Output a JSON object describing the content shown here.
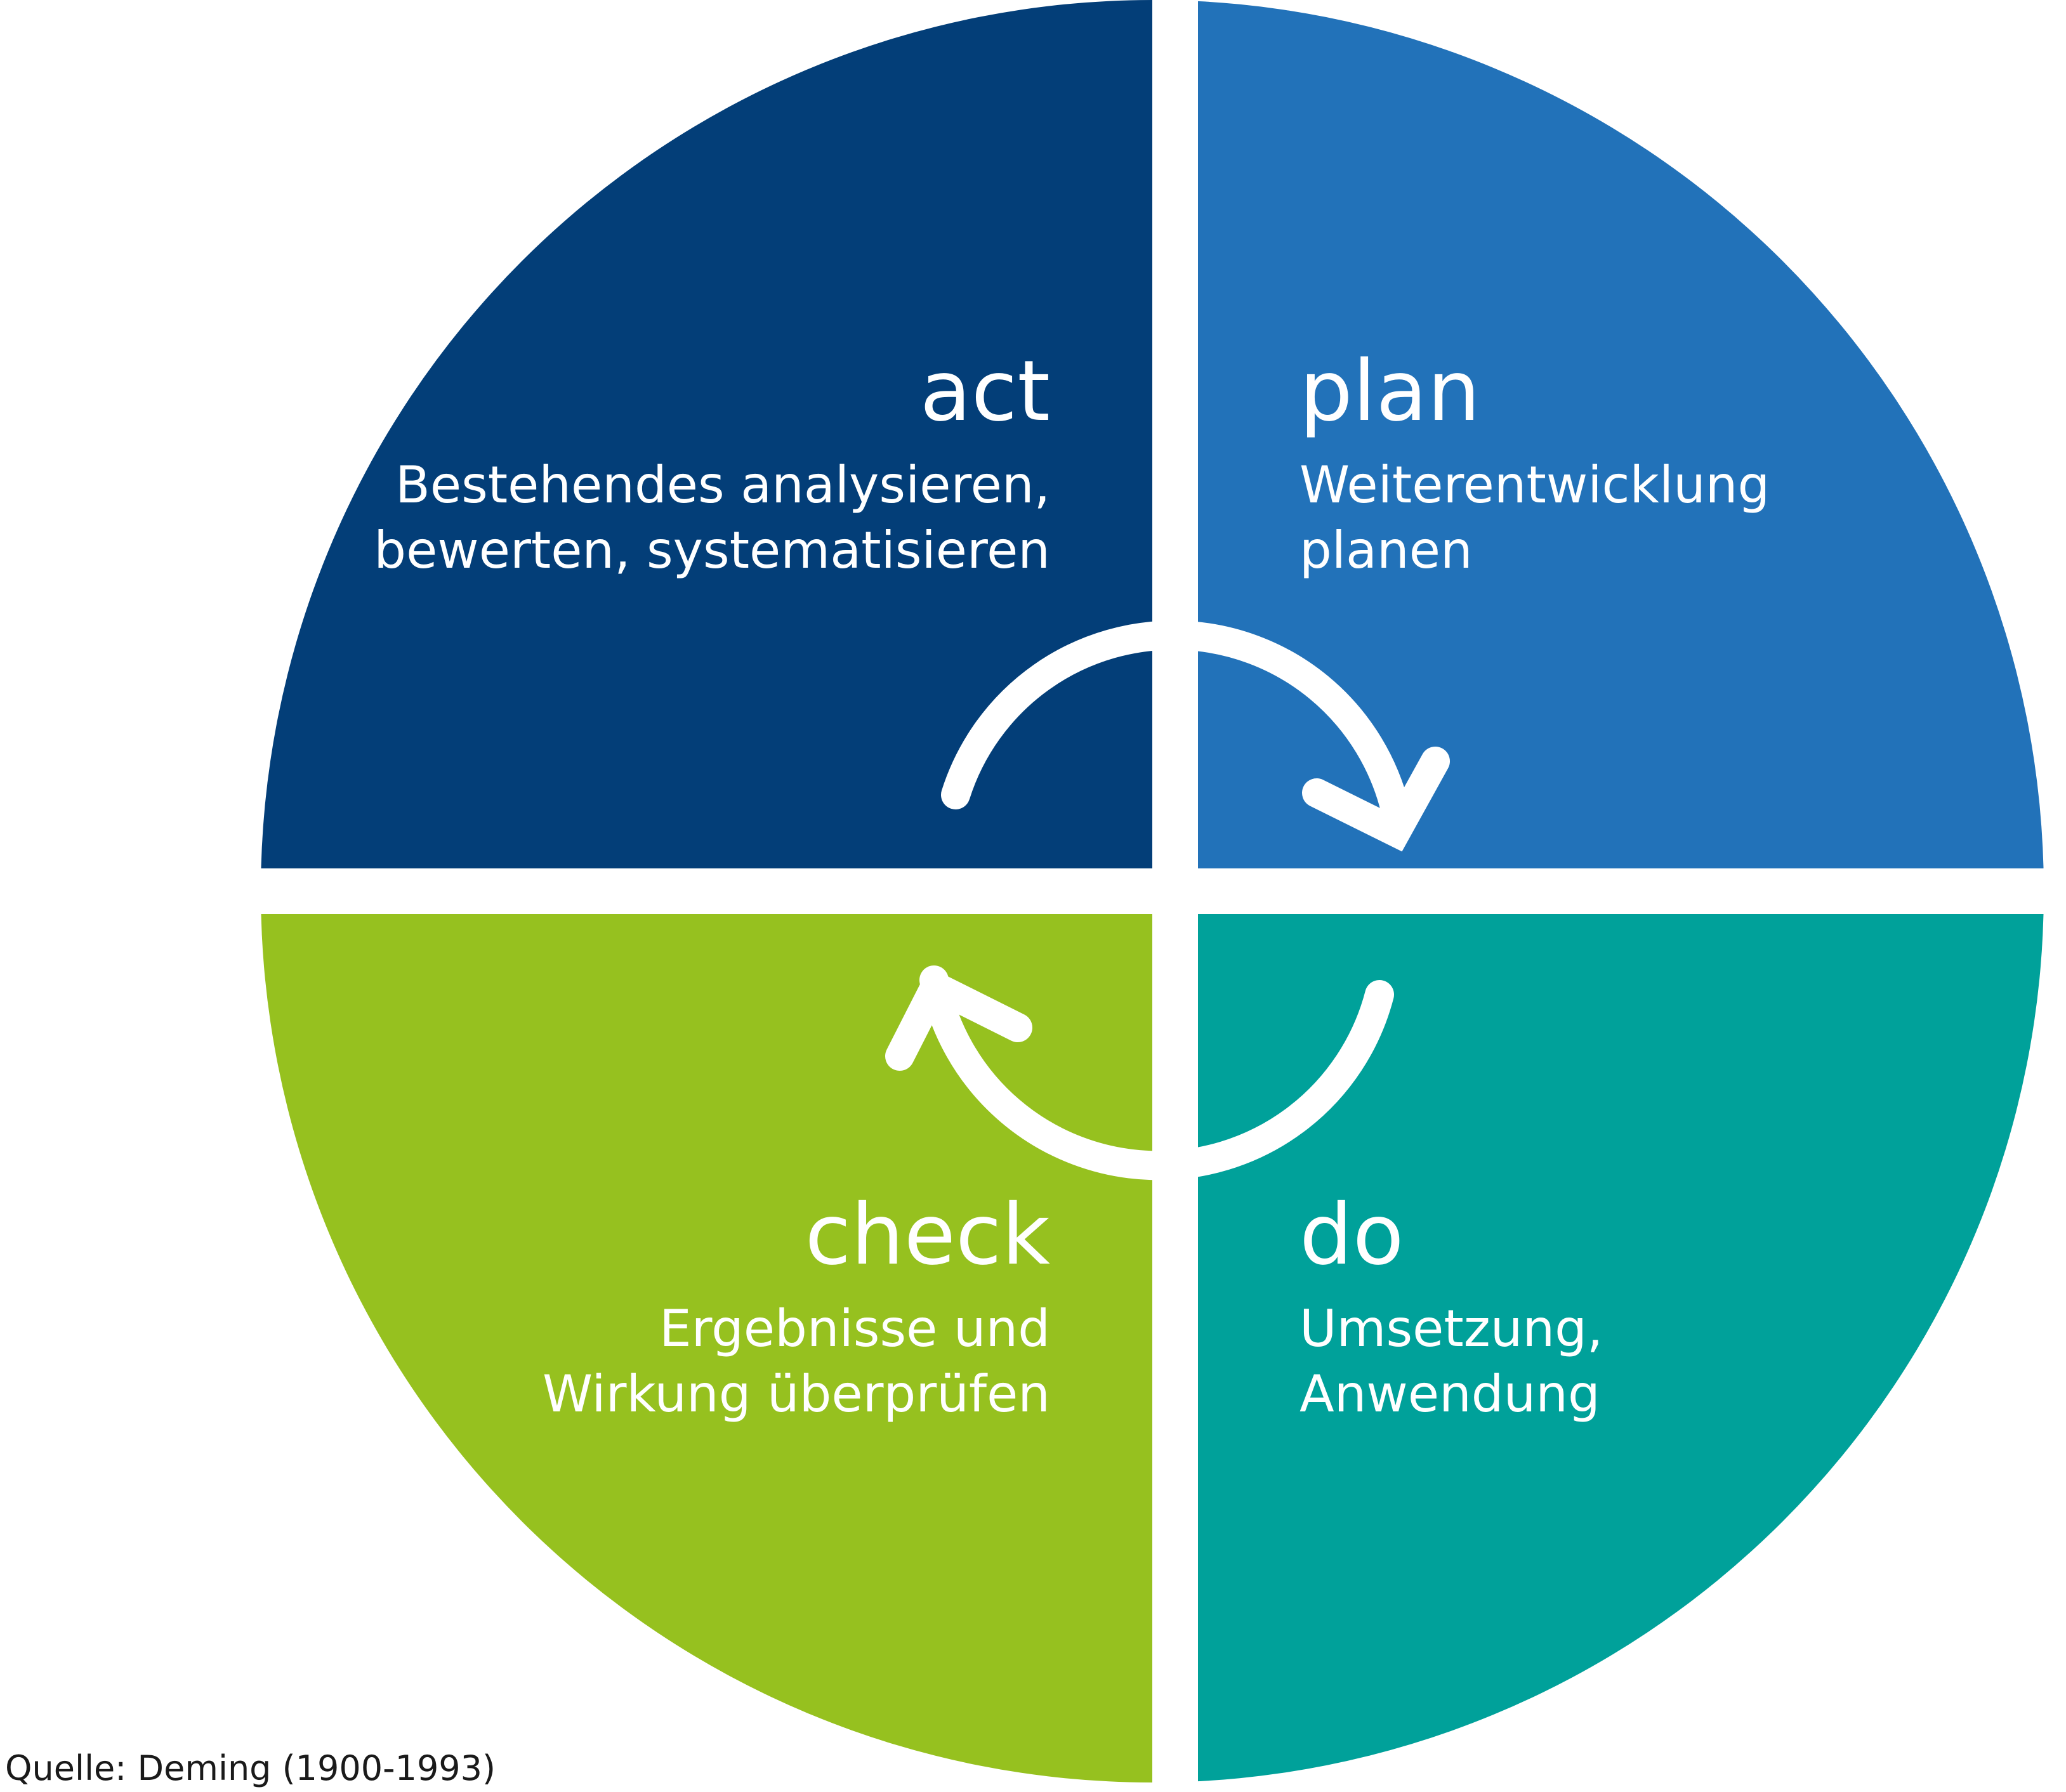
{
  "colors": {
    "act": "#033e78",
    "plan": "#2272b9",
    "check": "#96c11f",
    "do": "#00a19a",
    "arrow": "#ffffff",
    "background": "#ffffff"
  },
  "quadrants": {
    "act": {
      "title": "act",
      "lines": [
        "Bestehendes analysieren,",
        "bewerten, systematisieren"
      ]
    },
    "plan": {
      "title": "plan",
      "lines": [
        "Weiterentwicklung",
        "planen"
      ]
    },
    "check": {
      "title": "check",
      "lines": [
        "Ergebnisse und",
        "Wirkung überprüfen"
      ]
    },
    "do": {
      "title": "do",
      "lines": [
        "Umsetzung,",
        "Anwendung"
      ]
    }
  },
  "cycle_arrows": {
    "direction": "clockwise",
    "icons": [
      "arrow-top-clockwise-icon",
      "arrow-bottom-clockwise-icon"
    ]
  },
  "source": "Quelle: Deming (1900-1993)"
}
